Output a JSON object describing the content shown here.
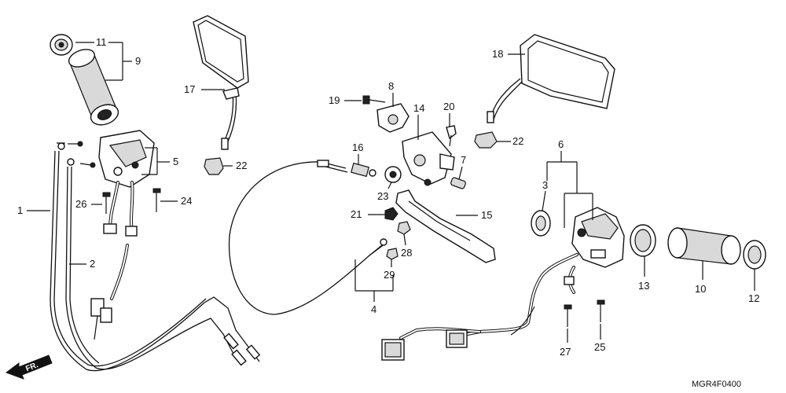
{
  "diagram": {
    "labels": {
      "p1": "1",
      "p2": "2",
      "p3": "3",
      "p4": "4",
      "p5": "5",
      "p6": "6",
      "p7": "7",
      "p8": "8",
      "p9": "9",
      "p10": "10",
      "p11": "11",
      "p12": "12",
      "p13": "13",
      "p14": "14",
      "p15": "15",
      "p16": "16",
      "p17": "17",
      "p18": "18",
      "p19": "19",
      "p20": "20",
      "p21": "21",
      "p22a": "22",
      "p22b": "22",
      "p23": "23",
      "p24": "24",
      "p25": "25",
      "p26": "26",
      "p27": "27",
      "p28": "28",
      "p29": "29"
    },
    "direction_label": "FR.",
    "drawing_code": "MGR4F0400"
  }
}
